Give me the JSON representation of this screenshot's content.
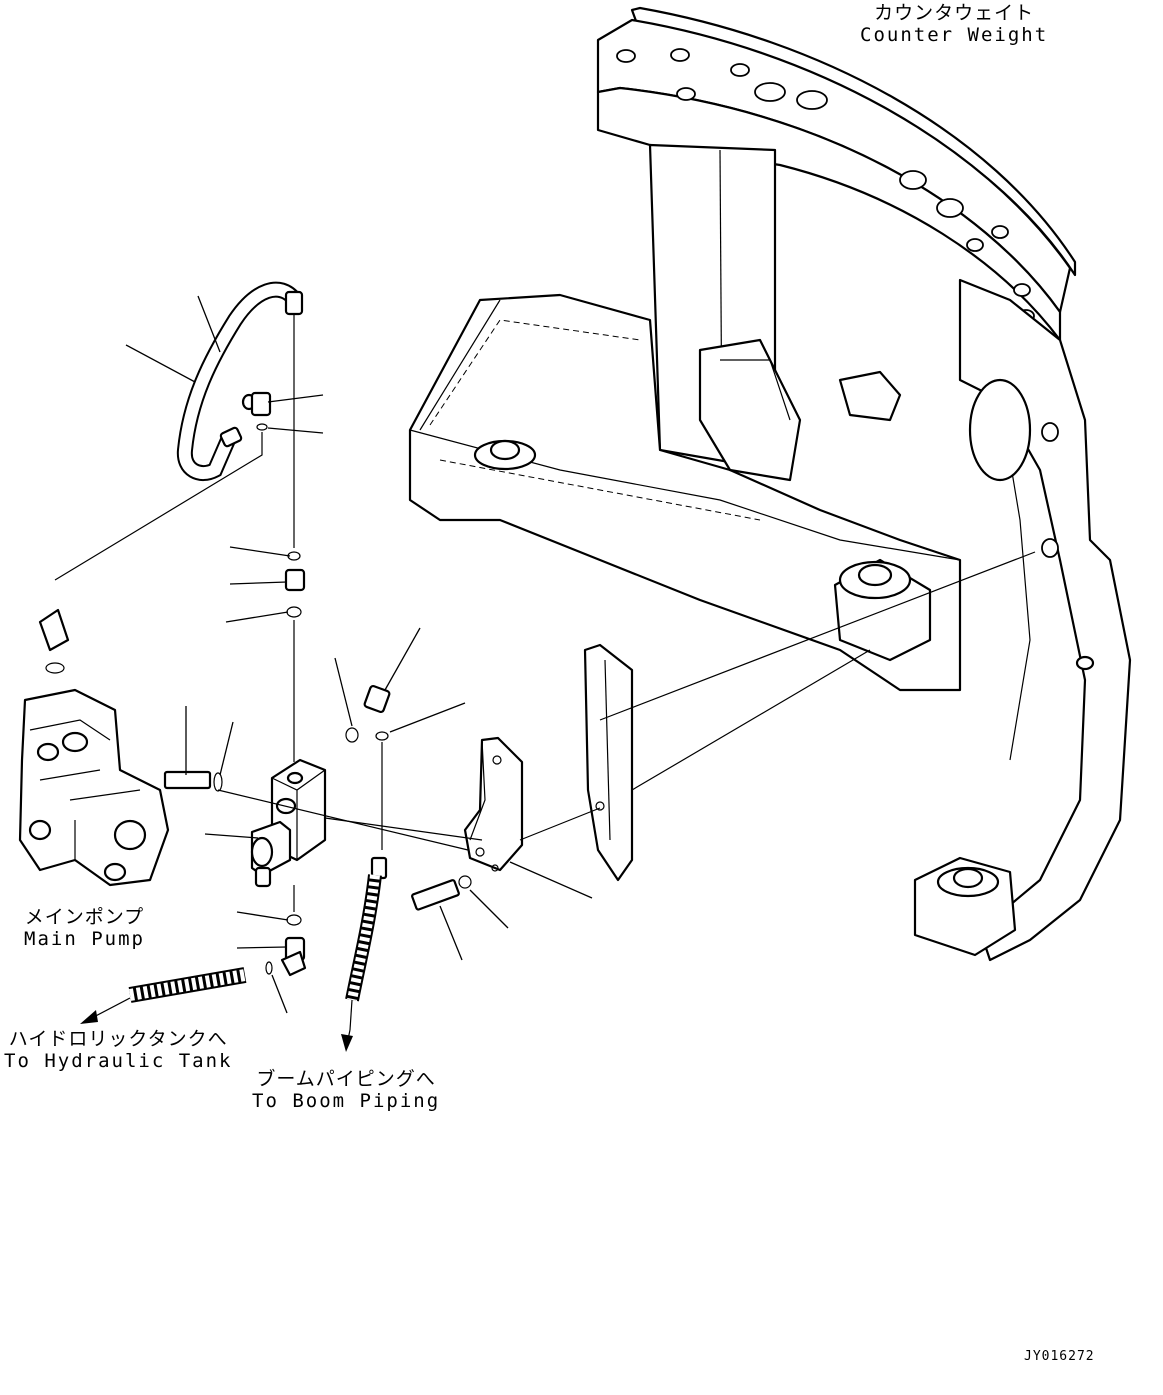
{
  "labels": {
    "counter_weight": {
      "jp": "カウンタウェイト",
      "en": "Counter Weight"
    },
    "main_pump": {
      "jp": "メインポンプ",
      "en": "Main Pump"
    },
    "hydraulic_tank": {
      "jp": "ハイドロリックタンクへ",
      "en": "To Hydraulic Tank"
    },
    "boom_piping": {
      "jp": "ブームパイピングへ",
      "en": "To Boom Piping"
    }
  },
  "doc_id": "JY016272",
  "icons": [
    "arrow-to-hydraulic-tank-icon",
    "arrow-to-boom-piping-icon"
  ]
}
